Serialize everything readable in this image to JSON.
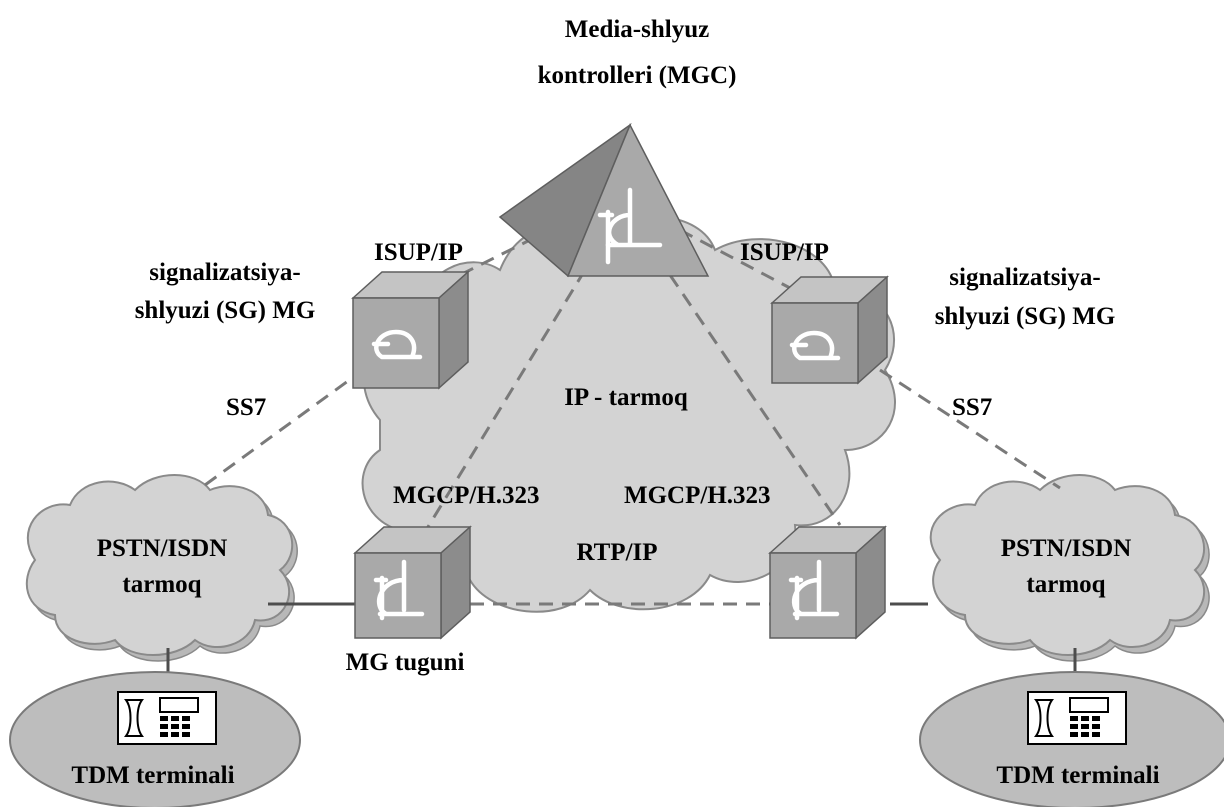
{
  "mgc": {
    "title_line1": "Media-shlyuz",
    "title_line2": "kontrolleri (MGC)"
  },
  "ip_network": {
    "label": "IP - tarmoq"
  },
  "links": {
    "isup_left": "ISUP/IP",
    "isup_right": "ISUP/IP",
    "ss7_left": "SS7",
    "ss7_right": "SS7",
    "mgcp_left": "MGCP/H.323",
    "mgcp_right": "MGCP/H.323",
    "rtp": "RTP/IP"
  },
  "sg_left": {
    "line1": "signalizatsiya-",
    "line2": "shlyuzi (SG) MG"
  },
  "sg_right": {
    "line1": "signalizatsiya-",
    "line2": "shlyuzi (SG) MG"
  },
  "pstn_left": {
    "line1": "PSTN/ISDN",
    "line2": "tarmoq"
  },
  "pstn_right": {
    "line1": "PSTN/ISDN",
    "line2": "tarmoq"
  },
  "mg_node": {
    "label": "MG tuguni"
  },
  "tdm_left": {
    "label": "TDM terminali"
  },
  "tdm_right": {
    "label": "TDM terminali"
  }
}
